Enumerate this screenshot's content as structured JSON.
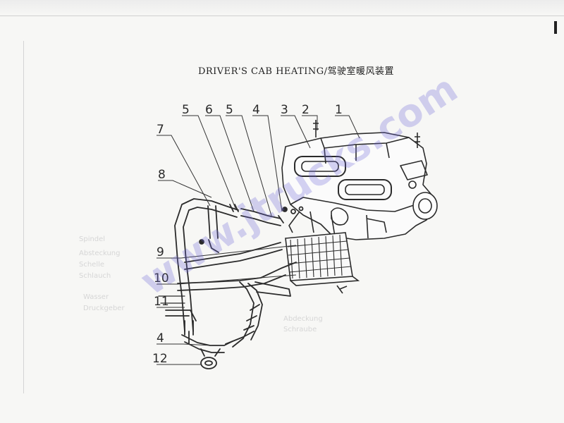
{
  "title": "DRIVER'S CAB HEATING/驾驶室暖风装置",
  "watermark": "www.jtrucks.com",
  "callouts": [
    "5",
    "6",
    "5",
    "4",
    "3",
    "2",
    "1",
    "7",
    "8",
    "9",
    "10",
    "11",
    "4",
    "12"
  ],
  "bleed_through_text": [
    "Spindel",
    "Absteckung",
    "Schelle",
    "Schlauch",
    "Wasser",
    "Druckgeber",
    "Abdeckung",
    "Schraube"
  ]
}
